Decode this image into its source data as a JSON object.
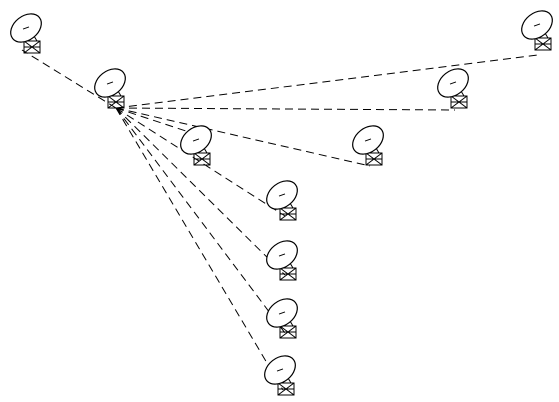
{
  "diagram": {
    "type": "network-topology",
    "node_kind": "satellite-dish",
    "link_style": "dashed",
    "hub": "dish-hub",
    "colors": {
      "stroke": "#000000",
      "background": "#ffffff"
    },
    "nodes": [
      {
        "id": "dish-top-left",
        "icon": "satellite-dish-icon"
      },
      {
        "id": "dish-hub",
        "icon": "satellite-dish-icon"
      },
      {
        "id": "dish-top-right",
        "icon": "satellite-dish-icon"
      },
      {
        "id": "dish-right-upper",
        "icon": "satellite-dish-icon"
      },
      {
        "id": "dish-center-upper",
        "icon": "satellite-dish-icon"
      },
      {
        "id": "dish-right-middle",
        "icon": "satellite-dish-icon"
      },
      {
        "id": "dish-column-1",
        "icon": "satellite-dish-icon"
      },
      {
        "id": "dish-column-2",
        "icon": "satellite-dish-icon"
      },
      {
        "id": "dish-column-3",
        "icon": "satellite-dish-icon"
      },
      {
        "id": "dish-column-4",
        "icon": "satellite-dish-icon"
      }
    ],
    "links": [
      {
        "from": "dish-hub",
        "to": "dish-top-left"
      },
      {
        "from": "dish-hub",
        "to": "dish-top-right"
      },
      {
        "from": "dish-hub",
        "to": "dish-right-upper"
      },
      {
        "from": "dish-hub",
        "to": "dish-center-upper"
      },
      {
        "from": "dish-hub",
        "to": "dish-right-middle"
      },
      {
        "from": "dish-hub",
        "to": "dish-column-1"
      },
      {
        "from": "dish-hub",
        "to": "dish-column-2"
      },
      {
        "from": "dish-hub",
        "to": "dish-column-3"
      },
      {
        "from": "dish-hub",
        "to": "dish-column-4"
      }
    ]
  }
}
